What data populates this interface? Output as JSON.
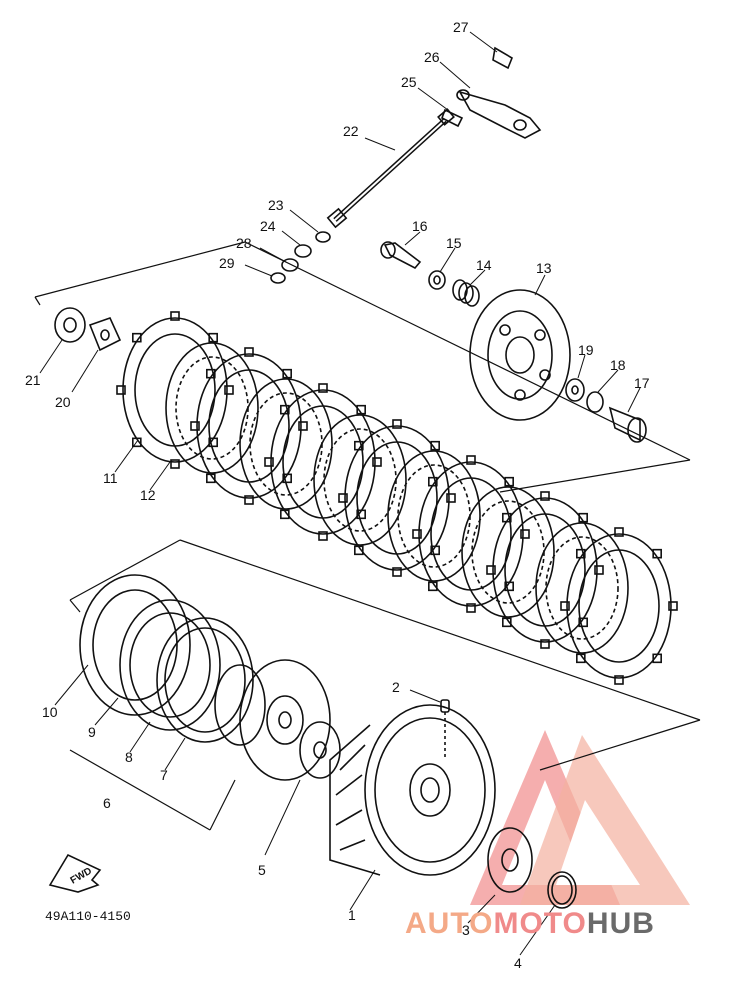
{
  "diagram": {
    "part_code": "49A110-4150",
    "fwd_label": "FWD",
    "callouts": [
      "1",
      "2",
      "3",
      "4",
      "5",
      "6",
      "7",
      "8",
      "9",
      "10",
      "11",
      "12",
      "13",
      "14",
      "15",
      "16",
      "17",
      "18",
      "19",
      "20",
      "21",
      "22",
      "23",
      "24",
      "25",
      "26",
      "27",
      "28",
      "29"
    ]
  },
  "watermark": {
    "part1": "AUTO",
    "part2": "MOTO",
    "part3": "HUB",
    "color_auto": "#f4a987",
    "color_moto": "#f08a8a",
    "color_hub": "#6a6a6a"
  }
}
